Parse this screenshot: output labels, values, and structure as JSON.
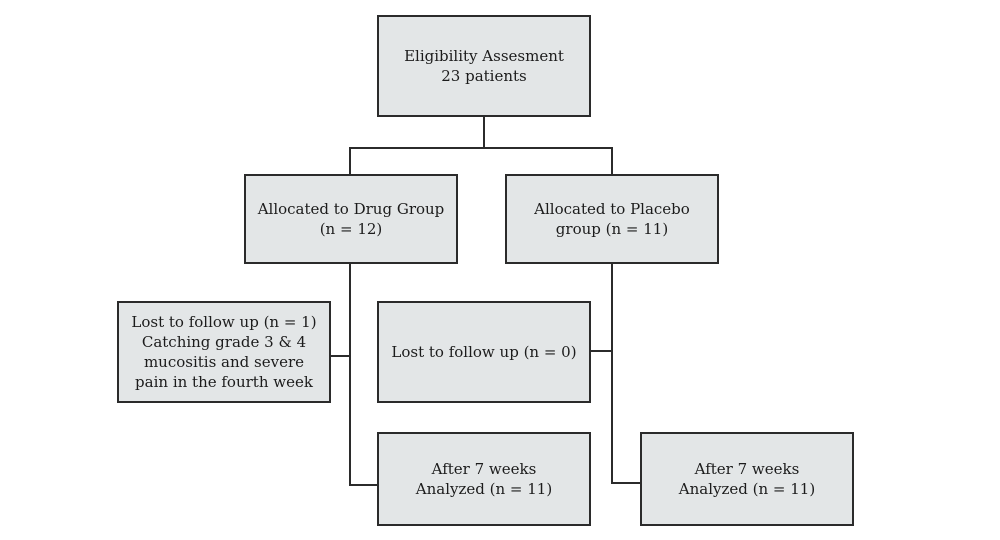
{
  "boxes": {
    "eligibility": {
      "lines": [
        "Eligibility Assesment",
        "23 patients"
      ]
    },
    "drug_group": {
      "lines": [
        "Allocated to Drug Group",
        "(n = 12)"
      ]
    },
    "placebo_group": {
      "lines": [
        "Allocated to Placebo",
        "group (n = 11)"
      ]
    },
    "lost_drug": {
      "lines": [
        "Lost to follow up (n = 1)",
        "Catching grade 3 & 4",
        "mucositis and severe",
        "pain in the fourth week"
      ]
    },
    "lost_placebo": {
      "lines": [
        "Lost to follow up (n = 0)"
      ]
    },
    "analyzed_drug": {
      "lines": [
        "After 7 weeks",
        "Analyzed (n = 11)"
      ]
    },
    "analyzed_placebo": {
      "lines": [
        "After 7 weeks",
        "Analyzed (n = 11)"
      ]
    }
  },
  "colors": {
    "box_fill": "#e3e6e7",
    "stroke": "#2b2b2b",
    "text": "#1c1c1c"
  }
}
